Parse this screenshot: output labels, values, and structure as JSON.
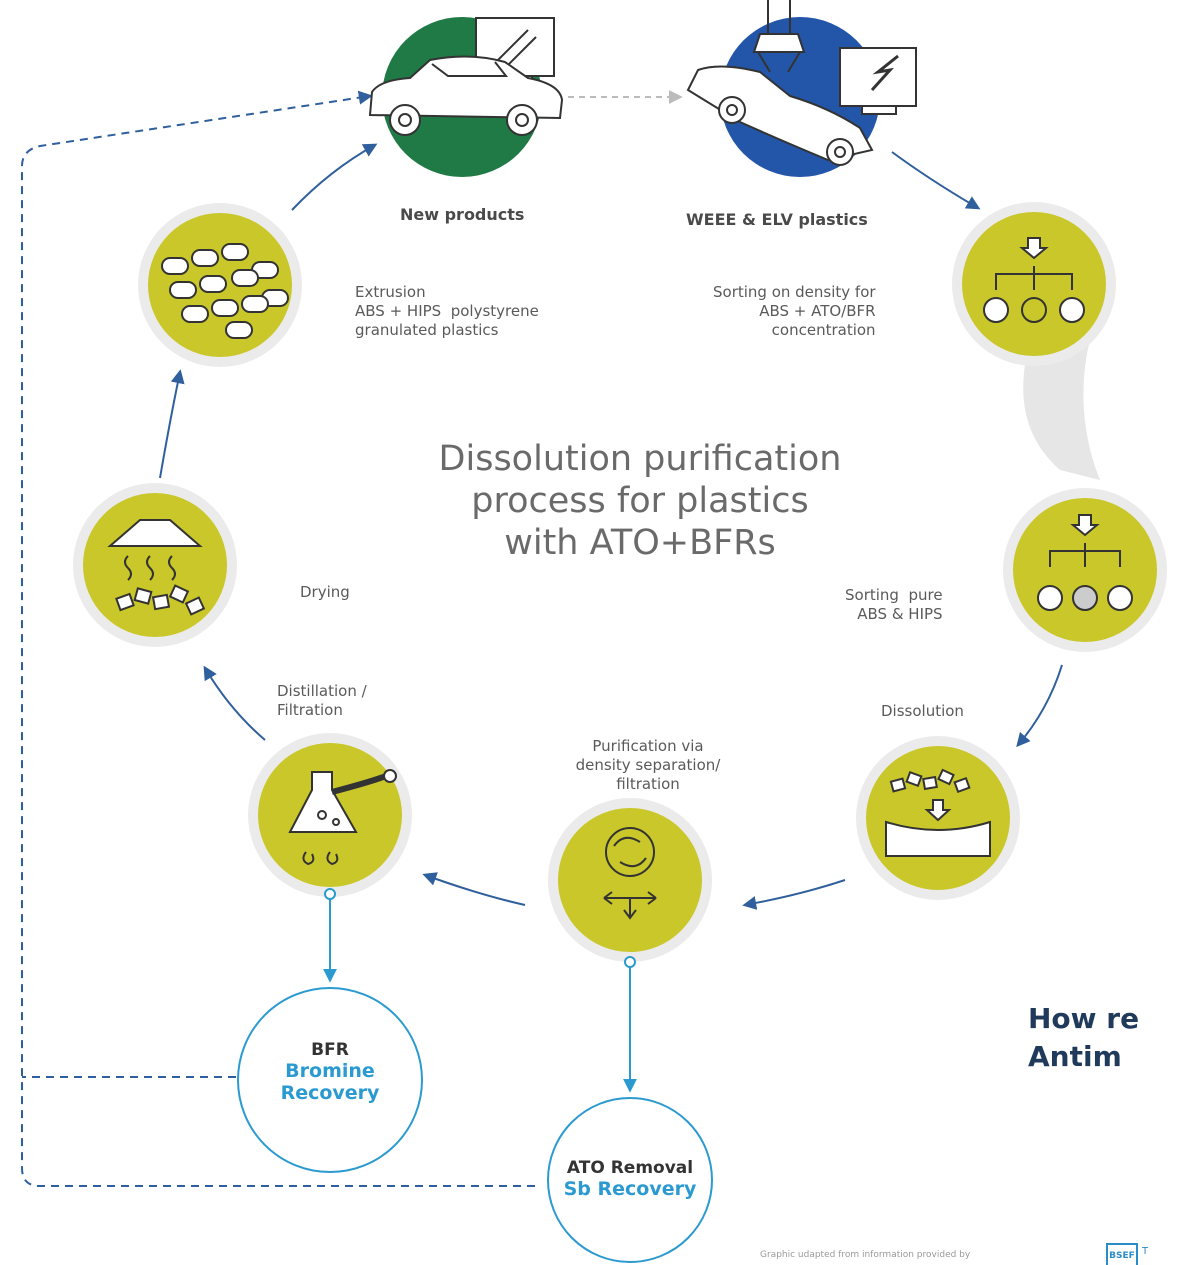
{
  "center_title": "Dissolution purification\nprocess for plastics\nwith ATO+BFRs",
  "top_labels": {
    "new_products": "New products",
    "weee": "WEEE & ELV plastics"
  },
  "steps": {
    "extrusion": "Extrusion\nABS + HIPS  polystyrene\ngranulated plastics",
    "sorting_density": "Sorting on density for\nABS + ATO/BFR\nconcentration",
    "drying": "Drying",
    "sorting_pure": "Sorting  pure\nABS & HIPS",
    "distillation": "Distillation /\nFiltration",
    "dissolution": "Dissolution",
    "purification": "Purification via\ndensity separation/\nfiltration"
  },
  "recovery": {
    "bfr_line1": "BFR",
    "bfr_line2": "Bromine",
    "bfr_line3": "Recovery",
    "ato_line1": "ATO Removal",
    "ato_line2": "Sb Recovery"
  },
  "side_title": "How re\nAntim",
  "footer": "Graphic udapted from information provided by",
  "logo_text": "BSEF",
  "logo_suffix": "T",
  "colors": {
    "yellow": "#c9c72a",
    "green": "#1f7a45",
    "blue": "#2356a8",
    "arrow": "#2f5f9c",
    "cyan": "#2a9ad0",
    "navy": "#1f3a5a"
  }
}
